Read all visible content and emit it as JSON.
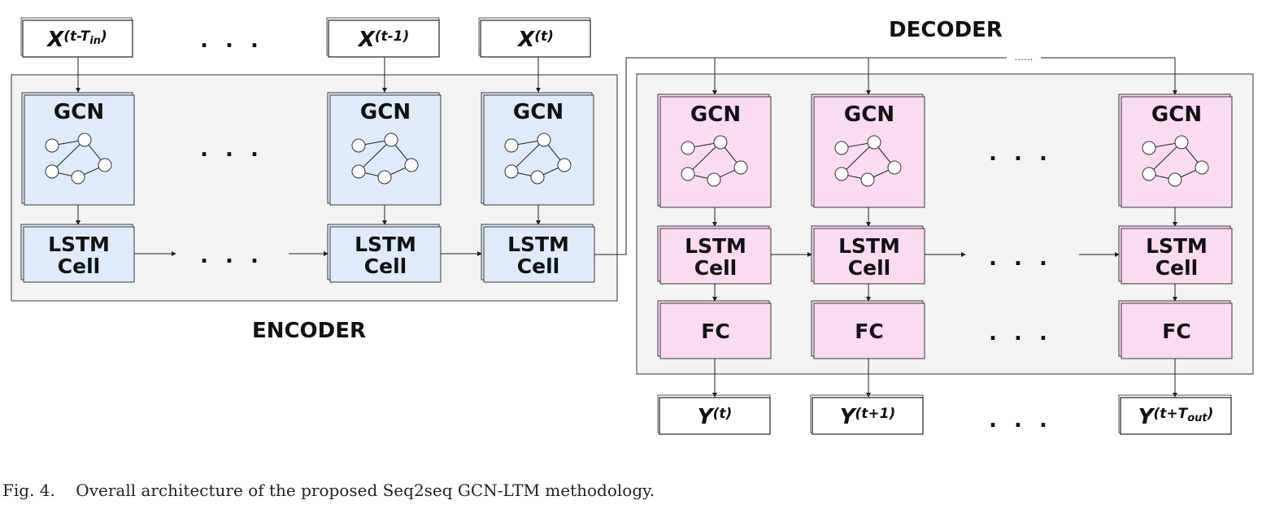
{
  "labels": {
    "decoder": "DECODER",
    "encoder": "ENCODER",
    "gcn": "GCN",
    "lstm_line1": "LSTM",
    "lstm_line2": "Cell",
    "fc": "FC",
    "dots": ". . ."
  },
  "inputs": [
    {
      "base": "X",
      "sup": "(t-T",
      "sub": "in",
      "close": ")"
    },
    {
      "base": "X",
      "sup": "(t-1)",
      "sub": "",
      "close": ""
    },
    {
      "base": "X",
      "sup": "(t)",
      "sub": "",
      "close": ""
    }
  ],
  "outputs": [
    {
      "base": "Y",
      "sup": "(t)",
      "sub": "",
      "close": ""
    },
    {
      "base": "Y",
      "sup": "(t+1)",
      "sub": "",
      "close": ""
    },
    {
      "base": "Y",
      "sup": "(t+T",
      "sub": "out",
      "close": ")"
    }
  ],
  "caption": "Fig. 4.    Overall architecture of the proposed Seq2seq GCN-LTM methodology.",
  "colors": {
    "encoder_fill": "#dfeafa",
    "decoder_fill": "#fadbf0",
    "panel_fill": "#f3f3f3"
  }
}
